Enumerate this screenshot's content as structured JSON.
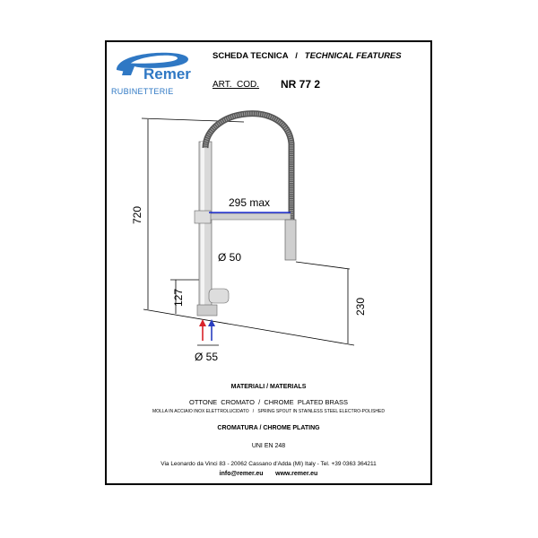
{
  "logo": {
    "brand": "Remer",
    "sub": "RUBINETTERIE"
  },
  "header": {
    "title_it": "SCHEDA TECNICA",
    "separator": "/",
    "title_en": "TECHNICAL FEATURES",
    "art_label": "ART.  COD.",
    "art_code": "NR 77 2"
  },
  "dimensions": {
    "height": "720",
    "reach": "295 max",
    "handle_diameter": "Ø 50",
    "base_height": "127",
    "spout_height": "230",
    "base_diameter": "Ø 55"
  },
  "colors": {
    "hot": "#d8232a",
    "cold": "#2a3fc0",
    "logo": "#2f78c4",
    "dim": "#1a2ad0"
  },
  "materials": {
    "heading": "MATERIALI  /  MATERIALS",
    "line1": "OTTONE  CROMATO  /  CHROME  PLATED BRASS",
    "line2": "MOLLA IN ACCIAIO INOX ELETTROLUCIDATO   /   SPRING SPOUT IN STAINLESS STEEL ELECTRO-POLISHED"
  },
  "plating": {
    "heading": "CROMATURA / CHROME PLATING",
    "standard": "UNI EN 248"
  },
  "footer": {
    "address": "Via Leonardo da Vinci 83 - 20062 Cassano d'Adda (MI) Italy - Tel. +39 0363 364211",
    "email": "info@remer.eu",
    "website": "www.remer.eu"
  }
}
